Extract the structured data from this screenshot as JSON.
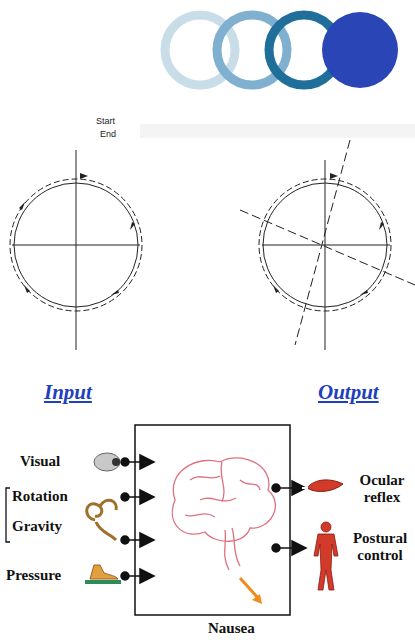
{
  "diagram": {
    "labels": [
      "Start",
      "End",
      "Input",
      "Output",
      "Visual",
      "Rotation",
      "Gravity",
      "Pressure",
      "Ocular reflex",
      "Postural control",
      "Nausea"
    ]
  }
}
